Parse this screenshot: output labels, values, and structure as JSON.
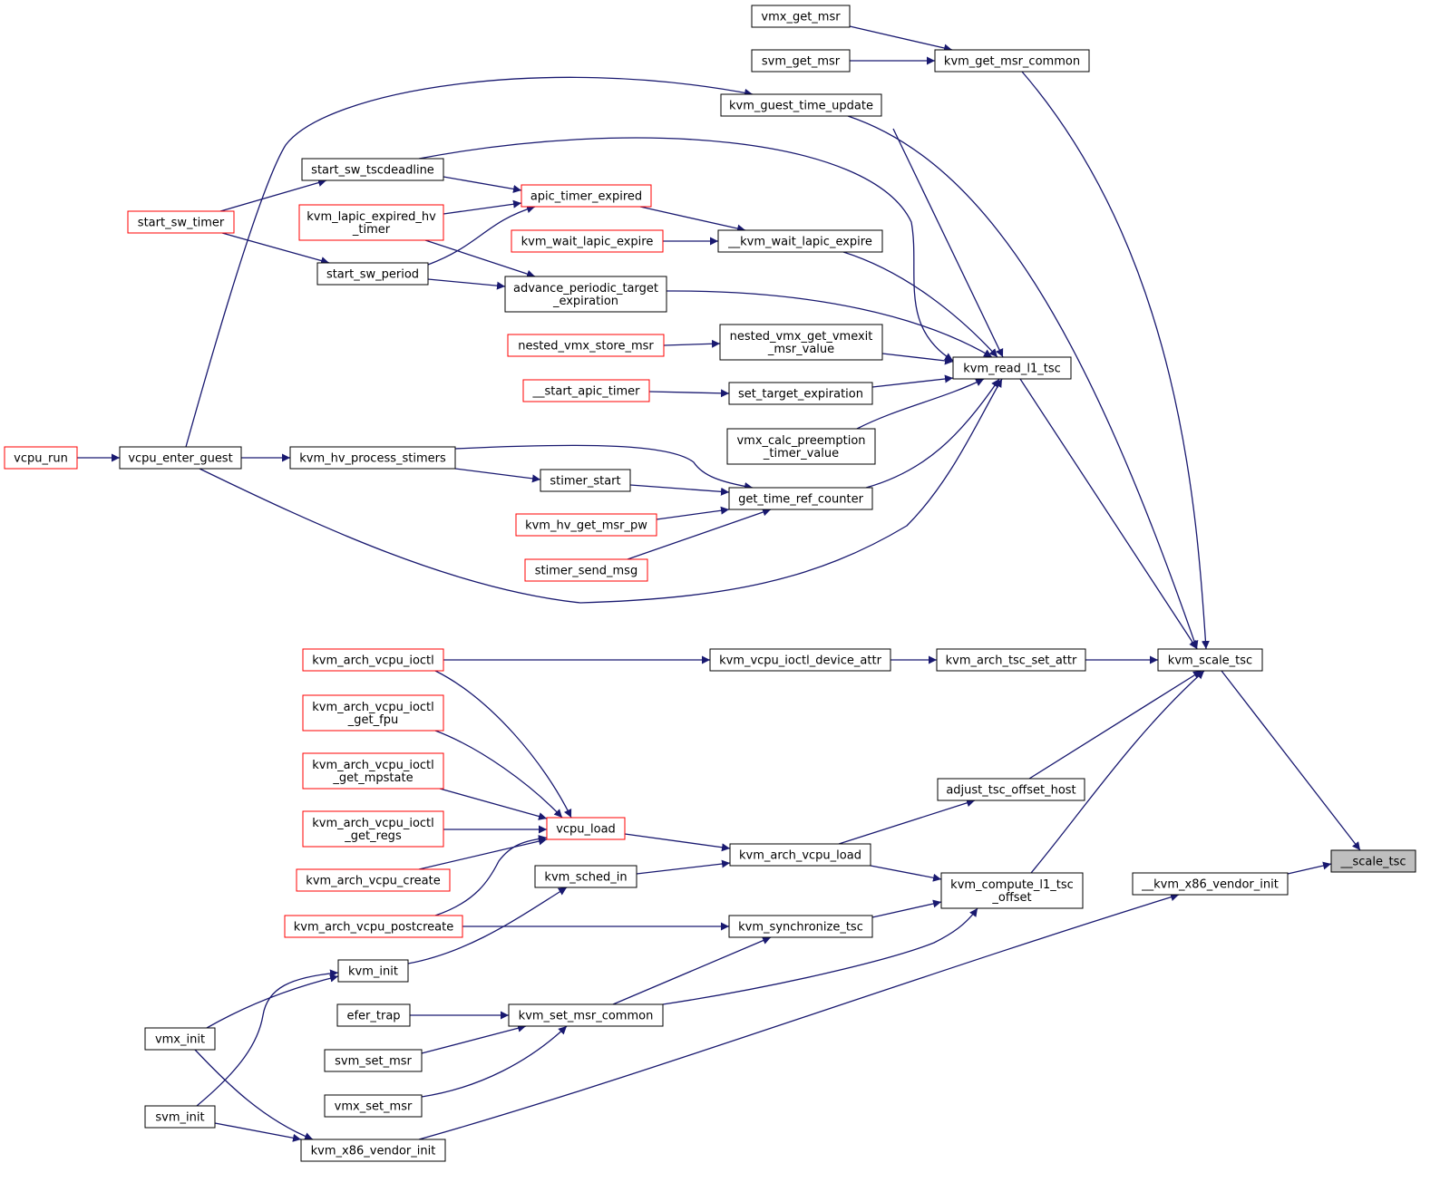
{
  "colors": {
    "edge": "#191970",
    "node_border": "#000000",
    "linked_node_border": "#ff0000",
    "highlight_fill": "#bfbfbf",
    "fill": "#ffffff"
  },
  "nodes": [
    {
      "id": "vmx_get_msr",
      "lines": [
        "vmx_get_msr"
      ],
      "style": "normal"
    },
    {
      "id": "svm_get_msr",
      "lines": [
        "svm_get_msr"
      ],
      "style": "normal"
    },
    {
      "id": "kvm_get_msr_common",
      "lines": [
        "kvm_get_msr_common"
      ],
      "style": "normal"
    },
    {
      "id": "kvm_guest_time_update",
      "lines": [
        "kvm_guest_time_update"
      ],
      "style": "normal"
    },
    {
      "id": "start_sw_tscdeadline",
      "lines": [
        "start_sw_tscdeadline"
      ],
      "style": "normal"
    },
    {
      "id": "apic_timer_expired",
      "lines": [
        "apic_timer_expired"
      ],
      "style": "linked"
    },
    {
      "id": "start_sw_timer",
      "lines": [
        "start_sw_timer"
      ],
      "style": "linked"
    },
    {
      "id": "kvm_lapic_expired_hv_timer",
      "lines": [
        "kvm_lapic_expired_hv",
        "_timer"
      ],
      "style": "linked"
    },
    {
      "id": "kvm_wait_lapic_expire",
      "lines": [
        "kvm_wait_lapic_expire"
      ],
      "style": "linked"
    },
    {
      "id": "__kvm_wait_lapic_expire",
      "lines": [
        "__kvm_wait_lapic_expire"
      ],
      "style": "normal"
    },
    {
      "id": "start_sw_period",
      "lines": [
        "start_sw_period"
      ],
      "style": "normal"
    },
    {
      "id": "advance_periodic_target_expiration",
      "lines": [
        "advance_periodic_target",
        "_expiration"
      ],
      "style": "normal"
    },
    {
      "id": "nested_vmx_store_msr",
      "lines": [
        "nested_vmx_store_msr"
      ],
      "style": "linked"
    },
    {
      "id": "nested_vmx_get_vmexit_msr_value",
      "lines": [
        "nested_vmx_get_vmexit",
        "_msr_value"
      ],
      "style": "normal"
    },
    {
      "id": "kvm_read_l1_tsc",
      "lines": [
        "kvm_read_l1_tsc"
      ],
      "style": "normal"
    },
    {
      "id": "__start_apic_timer",
      "lines": [
        "__start_apic_timer"
      ],
      "style": "linked"
    },
    {
      "id": "set_target_expiration",
      "lines": [
        "set_target_expiration"
      ],
      "style": "normal"
    },
    {
      "id": "vmx_calc_preemption_timer_value",
      "lines": [
        "vmx_calc_preemption",
        "_timer_value"
      ],
      "style": "normal"
    },
    {
      "id": "vcpu_run",
      "lines": [
        "vcpu_run"
      ],
      "style": "linked"
    },
    {
      "id": "vcpu_enter_guest",
      "lines": [
        "vcpu_enter_guest"
      ],
      "style": "normal"
    },
    {
      "id": "kvm_hv_process_stimers",
      "lines": [
        "kvm_hv_process_stimers"
      ],
      "style": "normal"
    },
    {
      "id": "stimer_start",
      "lines": [
        "stimer_start"
      ],
      "style": "normal"
    },
    {
      "id": "get_time_ref_counter",
      "lines": [
        "get_time_ref_counter"
      ],
      "style": "normal"
    },
    {
      "id": "kvm_hv_get_msr_pw",
      "lines": [
        "kvm_hv_get_msr_pw"
      ],
      "style": "linked"
    },
    {
      "id": "stimer_send_msg",
      "lines": [
        "stimer_send_msg"
      ],
      "style": "linked"
    },
    {
      "id": "kvm_arch_vcpu_ioctl",
      "lines": [
        "kvm_arch_vcpu_ioctl"
      ],
      "style": "linked"
    },
    {
      "id": "kvm_vcpu_ioctl_device_attr",
      "lines": [
        "kvm_vcpu_ioctl_device_attr"
      ],
      "style": "normal"
    },
    {
      "id": "kvm_arch_tsc_set_attr",
      "lines": [
        "kvm_arch_tsc_set_attr"
      ],
      "style": "normal"
    },
    {
      "id": "kvm_scale_tsc",
      "lines": [
        "kvm_scale_tsc"
      ],
      "style": "normal"
    },
    {
      "id": "kvm_arch_vcpu_ioctl_get_fpu",
      "lines": [
        "kvm_arch_vcpu_ioctl",
        "_get_fpu"
      ],
      "style": "linked"
    },
    {
      "id": "kvm_arch_vcpu_ioctl_get_mpstate",
      "lines": [
        "kvm_arch_vcpu_ioctl",
        "_get_mpstate"
      ],
      "style": "linked"
    },
    {
      "id": "adjust_tsc_offset_host",
      "lines": [
        "adjust_tsc_offset_host"
      ],
      "style": "normal"
    },
    {
      "id": "kvm_arch_vcpu_ioctl_get_regs",
      "lines": [
        "kvm_arch_vcpu_ioctl",
        "_get_regs"
      ],
      "style": "linked"
    },
    {
      "id": "vcpu_load",
      "lines": [
        "vcpu_load"
      ],
      "style": "linked"
    },
    {
      "id": "kvm_arch_vcpu_load",
      "lines": [
        "kvm_arch_vcpu_load"
      ],
      "style": "normal"
    },
    {
      "id": "__scale_tsc",
      "lines": [
        "__scale_tsc"
      ],
      "style": "highlight"
    },
    {
      "id": "kvm_arch_vcpu_create",
      "lines": [
        "kvm_arch_vcpu_create"
      ],
      "style": "linked"
    },
    {
      "id": "kvm_sched_in",
      "lines": [
        "kvm_sched_in"
      ],
      "style": "normal"
    },
    {
      "id": "kvm_compute_l1_tsc_offset",
      "lines": [
        "kvm_compute_l1_tsc",
        "_offset"
      ],
      "style": "normal"
    },
    {
      "id": "__kvm_x86_vendor_init",
      "lines": [
        "__kvm_x86_vendor_init"
      ],
      "style": "normal"
    },
    {
      "id": "kvm_arch_vcpu_postcreate",
      "lines": [
        "kvm_arch_vcpu_postcreate"
      ],
      "style": "linked"
    },
    {
      "id": "kvm_synchronize_tsc",
      "lines": [
        "kvm_synchronize_tsc"
      ],
      "style": "normal"
    },
    {
      "id": "kvm_init",
      "lines": [
        "kvm_init"
      ],
      "style": "normal"
    },
    {
      "id": "efer_trap",
      "lines": [
        "efer_trap"
      ],
      "style": "normal"
    },
    {
      "id": "kvm_set_msr_common",
      "lines": [
        "kvm_set_msr_common"
      ],
      "style": "normal"
    },
    {
      "id": "vmx_init",
      "lines": [
        "vmx_init"
      ],
      "style": "normal"
    },
    {
      "id": "svm_set_msr",
      "lines": [
        "svm_set_msr"
      ],
      "style": "normal"
    },
    {
      "id": "vmx_set_msr",
      "lines": [
        "vmx_set_msr"
      ],
      "style": "normal"
    },
    {
      "id": "svm_init",
      "lines": [
        "svm_init"
      ],
      "style": "normal"
    },
    {
      "id": "kvm_x86_vendor_init",
      "lines": [
        "kvm_x86_vendor_init"
      ],
      "style": "normal"
    }
  ],
  "edges": [
    {
      "from": "vmx_get_msr",
      "to": "kvm_get_msr_common"
    },
    {
      "from": "svm_get_msr",
      "to": "kvm_get_msr_common"
    },
    {
      "from": "kvm_get_msr_common",
      "to": "kvm_scale_tsc"
    },
    {
      "from": "vcpu_enter_guest",
      "to": "kvm_guest_time_update"
    },
    {
      "from": "kvm_guest_time_update",
      "to": "kvm_read_l1_tsc"
    },
    {
      "from": "kvm_guest_time_update",
      "to": "kvm_scale_tsc"
    },
    {
      "from": "start_sw_timer",
      "to": "start_sw_tscdeadline"
    },
    {
      "from": "start_sw_tscdeadline",
      "to": "apic_timer_expired"
    },
    {
      "from": "start_sw_tscdeadline",
      "to": "kvm_read_l1_tsc"
    },
    {
      "from": "kvm_lapic_expired_hv_timer",
      "to": "apic_timer_expired"
    },
    {
      "from": "start_sw_period",
      "to": "apic_timer_expired"
    },
    {
      "from": "apic_timer_expired",
      "to": "__kvm_wait_lapic_expire"
    },
    {
      "from": "kvm_wait_lapic_expire",
      "to": "__kvm_wait_lapic_expire"
    },
    {
      "from": "__kvm_wait_lapic_expire",
      "to": "kvm_read_l1_tsc"
    },
    {
      "from": "start_sw_timer",
      "to": "start_sw_period"
    },
    {
      "from": "start_sw_period",
      "to": "advance_periodic_target_expiration"
    },
    {
      "from": "kvm_lapic_expired_hv_timer",
      "to": "advance_periodic_target_expiration"
    },
    {
      "from": "advance_periodic_target_expiration",
      "to": "kvm_read_l1_tsc"
    },
    {
      "from": "nested_vmx_store_msr",
      "to": "nested_vmx_get_vmexit_msr_value"
    },
    {
      "from": "nested_vmx_get_vmexit_msr_value",
      "to": "kvm_read_l1_tsc"
    },
    {
      "from": "__start_apic_timer",
      "to": "set_target_expiration"
    },
    {
      "from": "set_target_expiration",
      "to": "kvm_read_l1_tsc"
    },
    {
      "from": "vmx_calc_preemption_timer_value",
      "to": "kvm_read_l1_tsc"
    },
    {
      "from": "vcpu_enter_guest",
      "to": "kvm_read_l1_tsc"
    },
    {
      "from": "kvm_read_l1_tsc",
      "to": "kvm_scale_tsc"
    },
    {
      "from": "vcpu_run",
      "to": "vcpu_enter_guest"
    },
    {
      "from": "vcpu_enter_guest",
      "to": "kvm_hv_process_stimers"
    },
    {
      "from": "kvm_hv_process_stimers",
      "to": "stimer_start"
    },
    {
      "from": "kvm_hv_process_stimers",
      "to": "get_time_ref_counter"
    },
    {
      "from": "stimer_start",
      "to": "get_time_ref_counter"
    },
    {
      "from": "kvm_hv_get_msr_pw",
      "to": "get_time_ref_counter"
    },
    {
      "from": "stimer_send_msg",
      "to": "get_time_ref_counter"
    },
    {
      "from": "get_time_ref_counter",
      "to": "kvm_read_l1_tsc"
    },
    {
      "from": "kvm_arch_vcpu_ioctl",
      "to": "kvm_vcpu_ioctl_device_attr"
    },
    {
      "from": "kvm_vcpu_ioctl_device_attr",
      "to": "kvm_arch_tsc_set_attr"
    },
    {
      "from": "kvm_arch_tsc_set_attr",
      "to": "kvm_scale_tsc"
    },
    {
      "from": "adjust_tsc_offset_host",
      "to": "kvm_scale_tsc"
    },
    {
      "from": "kvm_compute_l1_tsc_offset",
      "to": "kvm_scale_tsc"
    },
    {
      "from": "kvm_scale_tsc",
      "to": "__scale_tsc"
    },
    {
      "from": "__kvm_x86_vendor_init",
      "to": "__scale_tsc"
    },
    {
      "from": "kvm_arch_vcpu_ioctl",
      "to": "vcpu_load"
    },
    {
      "from": "kvm_arch_vcpu_ioctl_get_fpu",
      "to": "vcpu_load"
    },
    {
      "from": "kvm_arch_vcpu_ioctl_get_mpstate",
      "to": "vcpu_load"
    },
    {
      "from": "kvm_arch_vcpu_ioctl_get_regs",
      "to": "vcpu_load"
    },
    {
      "from": "kvm_arch_vcpu_create",
      "to": "vcpu_load"
    },
    {
      "from": "kvm_arch_vcpu_postcreate",
      "to": "vcpu_load"
    },
    {
      "from": "vcpu_load",
      "to": "kvm_arch_vcpu_load"
    },
    {
      "from": "kvm_sched_in",
      "to": "kvm_arch_vcpu_load"
    },
    {
      "from": "kvm_arch_vcpu_load",
      "to": "adjust_tsc_offset_host"
    },
    {
      "from": "kvm_arch_vcpu_load",
      "to": "kvm_compute_l1_tsc_offset"
    },
    {
      "from": "kvm_init",
      "to": "kvm_sched_in"
    },
    {
      "from": "kvm_arch_vcpu_postcreate",
      "to": "kvm_synchronize_tsc"
    },
    {
      "from": "kvm_synchronize_tsc",
      "to": "kvm_compute_l1_tsc_offset"
    },
    {
      "from": "kvm_set_msr_common",
      "to": "kvm_synchronize_tsc"
    },
    {
      "from": "kvm_set_msr_common",
      "to": "kvm_compute_l1_tsc_offset"
    },
    {
      "from": "efer_trap",
      "to": "kvm_set_msr_common"
    },
    {
      "from": "svm_set_msr",
      "to": "kvm_set_msr_common"
    },
    {
      "from": "vmx_set_msr",
      "to": "kvm_set_msr_common"
    },
    {
      "from": "vmx_init",
      "to": "kvm_init"
    },
    {
      "from": "svm_init",
      "to": "kvm_init"
    },
    {
      "from": "vmx_init",
      "to": "kvm_x86_vendor_init"
    },
    {
      "from": "svm_init",
      "to": "kvm_x86_vendor_init"
    },
    {
      "from": "kvm_x86_vendor_init",
      "to": "__kvm_x86_vendor_init"
    }
  ]
}
